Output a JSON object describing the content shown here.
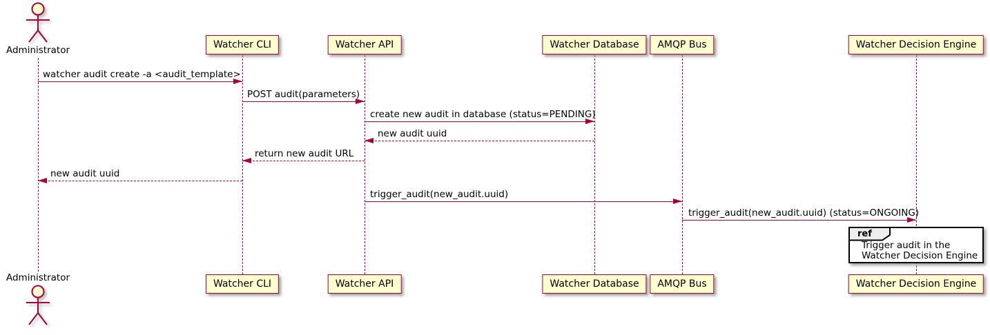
{
  "participants": [
    {
      "label": "Administrator",
      "type": "actor"
    },
    {
      "label": "Watcher CLI",
      "type": "participant"
    },
    {
      "label": "Watcher API",
      "type": "participant"
    },
    {
      "label": "Watcher Database",
      "type": "participant"
    },
    {
      "label": "AMQP Bus",
      "type": "participant"
    },
    {
      "label": "Watcher Decision Engine",
      "type": "participant"
    }
  ],
  "messages": [
    {
      "from": "Administrator",
      "to": "Watcher CLI",
      "label": "watcher audit create -a <audit_template>",
      "line": "solid"
    },
    {
      "from": "Watcher CLI",
      "to": "Watcher API",
      "label": "POST audit(parameters)",
      "line": "solid"
    },
    {
      "from": "Watcher API",
      "to": "Watcher Database",
      "label": "create new audit in database (status=PENDING)",
      "line": "solid"
    },
    {
      "from": "Watcher Database",
      "to": "Watcher API",
      "label": "new audit uuid",
      "line": "dashed"
    },
    {
      "from": "Watcher API",
      "to": "Watcher CLI",
      "label": "return new audit URL",
      "line": "dashed"
    },
    {
      "from": "Watcher CLI",
      "to": "Administrator",
      "label": "new audit uuid",
      "line": "dashed"
    },
    {
      "from": "Watcher API",
      "to": "AMQP Bus",
      "label": "trigger_audit(new_audit.uuid)",
      "line": "solid"
    },
    {
      "from": "AMQP Bus",
      "to": "Watcher Decision Engine",
      "label": "trigger_audit(new_audit.uuid) (status=ONGOING)",
      "line": "solid"
    }
  ],
  "ref_fragment": {
    "keyword": "ref",
    "line1": "Trigger audit in the",
    "line2": "Watcher Decision Engine"
  },
  "colors": {
    "participant_fill": "#FEFECE",
    "participant_border": "#A80036",
    "line_color": "#A80036",
    "text_color": "#000000",
    "ref_tab_fill": "#EEEEEE",
    "ref_border": "#000000",
    "background": "#FFFFFF"
  }
}
